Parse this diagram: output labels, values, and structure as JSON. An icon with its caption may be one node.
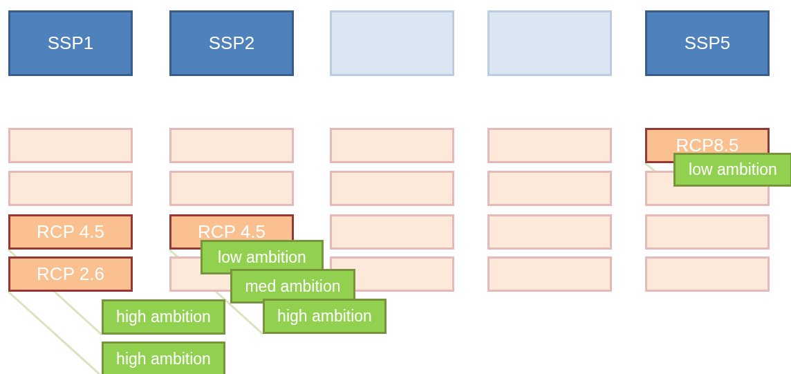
{
  "diagram": {
    "nodes": [
      {
        "text": [
          "SSP1"
        ]
      },
      {
        "text": [
          "SSP2"
        ]
      },
      {
        "text": [],
        "shape": "box"
      },
      {
        "text": [],
        "shape": "box"
      },
      {
        "text": [
          "SSP5"
        ]
      },
      {
        "text": [],
        "shape": "box"
      },
      {
        "text": [],
        "shape": "box"
      },
      {
        "text": [],
        "shape": "box"
      },
      {
        "text": [],
        "shape": "box"
      },
      {
        "text": [
          "RCP8.5"
        ]
      },
      {
        "text": [],
        "shape": "box"
      },
      {
        "text": [],
        "shape": "box"
      },
      {
        "text": [],
        "shape": "box"
      },
      {
        "text": [],
        "shape": "box"
      },
      {
        "text": [],
        "shape": "box"
      },
      {
        "text": [
          "RCP 4.5"
        ]
      },
      {
        "text": [
          "RCP 4.5"
        ]
      },
      {
        "text": [],
        "shape": "box"
      },
      {
        "text": [],
        "shape": "box"
      },
      {
        "text": [],
        "shape": "box"
      },
      {
        "text": [
          "RCP 2.6"
        ]
      },
      {
        "text": [],
        "shape": "box"
      },
      {
        "text": [],
        "shape": "box"
      },
      {
        "text": [],
        "shape": "box"
      },
      {
        "text": [],
        "shape": "box"
      },
      {
        "text": [
          "low ambition"
        ]
      },
      {
        "text": [
          "low ambition"
        ]
      },
      {
        "text": [
          "med ambition"
        ]
      },
      {
        "text": [
          "high ambition"
        ]
      },
      {
        "text": [
          "high ambition"
        ]
      },
      {
        "text": [
          "high ambition"
        ]
      }
    ],
    "edges": [
      {
        "from": 25,
        "to": 9,
        "arrow": "none"
      },
      {
        "from": 28,
        "to": 16,
        "arrow": "none"
      },
      {
        "from": 29,
        "to": 15,
        "arrow": "none"
      },
      {
        "from": 30,
        "to": 20,
        "arrow": "none"
      }
    ]
  }
}
